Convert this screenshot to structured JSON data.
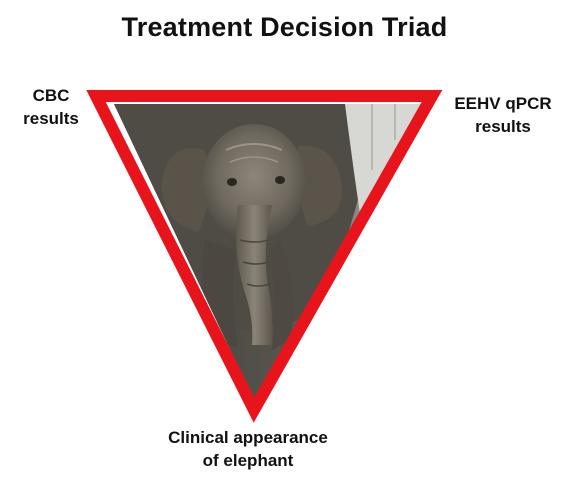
{
  "title": "Treatment Decision Triad",
  "vertices": {
    "top_left": {
      "lines": [
        "CBC",
        "results"
      ]
    },
    "top_right": {
      "lines": [
        "EEHV qPCR",
        "results"
      ]
    },
    "bottom": {
      "lines": [
        "Clinical appearance",
        "of elephant"
      ]
    }
  },
  "colors": {
    "triangle_stroke": "#e8141c",
    "text": "#111111",
    "background": "#ffffff"
  },
  "image": {
    "subject": "young elephant calf photo"
  }
}
